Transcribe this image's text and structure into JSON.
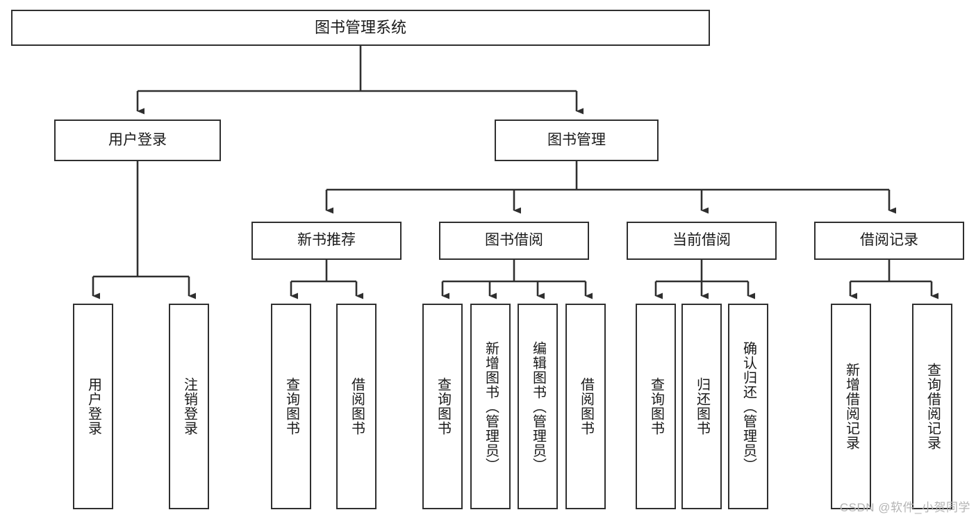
{
  "diagram": {
    "title": "图书管理系统",
    "type": "hierarchy-tree",
    "watermark": "CSDN @软件_小贺同学",
    "colors": {
      "stroke": "#2f2f2f",
      "fill": "#ffffff",
      "text": "#1a1a1a",
      "watermark": "#b4b4b4"
    },
    "nodes": {
      "root": {
        "label": "图书管理系统"
      },
      "level2": [
        {
          "label": "用户登录"
        },
        {
          "label": "图书管理"
        }
      ],
      "level3": [
        {
          "label": "新书推荐"
        },
        {
          "label": "图书借阅"
        },
        {
          "label": "当前借阅"
        },
        {
          "label": "借阅记录"
        }
      ],
      "leaves": {
        "user_login": [
          {
            "label": "用户登录"
          },
          {
            "label": "注销登录"
          }
        ],
        "new_book_recommend": [
          {
            "label": "查询图书"
          },
          {
            "label": "借阅图书"
          }
        ],
        "book_borrow": [
          {
            "label": "查询图书"
          },
          {
            "label": "新增图书（管理员）"
          },
          {
            "label": "编辑图书（管理员）"
          },
          {
            "label": "借阅图书"
          }
        ],
        "current_borrow": [
          {
            "label": "查询图书"
          },
          {
            "label": "归还图书"
          },
          {
            "label": "确认归还（管理员）"
          }
        ],
        "borrow_record": [
          {
            "label": "新增借阅记录"
          },
          {
            "label": "查询借阅记录"
          }
        ]
      }
    }
  }
}
